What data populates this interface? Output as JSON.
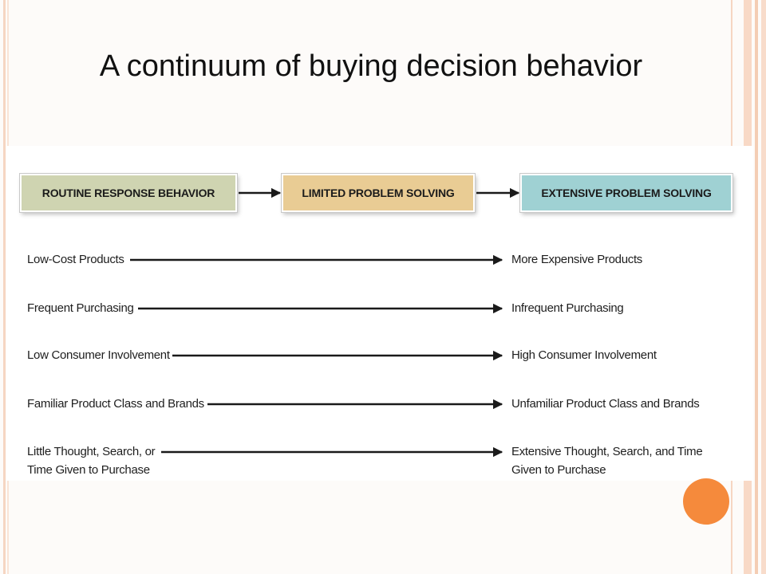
{
  "slide": {
    "title": "A continuum of buying decision behavior",
    "accent_circle_color": "#f58a3c"
  },
  "diagram": {
    "stages": [
      {
        "label": "ROUTINE RESPONSE BEHAVIOR",
        "color": "#cfd4b1"
      },
      {
        "label": "LIMITED PROBLEM SOLVING",
        "color": "#e9cc94"
      },
      {
        "label": "EXTENSIVE PROBLEM SOLVING",
        "color": "#9fd1d3"
      }
    ],
    "continua": [
      {
        "left": "Low-Cost Products",
        "right": "More Expensive Products"
      },
      {
        "left": "Frequent Purchasing",
        "right": "Infrequent Purchasing"
      },
      {
        "left": "Low Consumer Involvement",
        "right": "High Consumer Involvement"
      },
      {
        "left": "Familiar Product Class and Brands",
        "right": "Unfamiliar Product Class and Brands"
      },
      {
        "left_lines": [
          "Little Thought, Search, or",
          "Time Given to Purchase"
        ],
        "right_lines": [
          "Extensive Thought, Search, and Time",
          "Given to Purchase"
        ]
      }
    ]
  }
}
